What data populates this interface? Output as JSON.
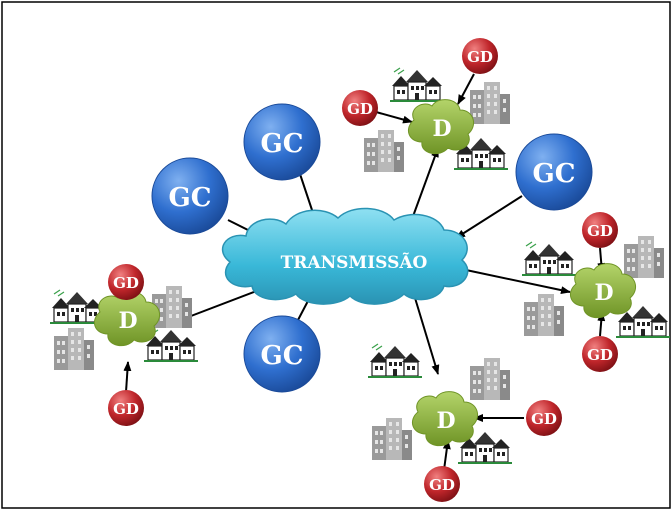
{
  "diagram": {
    "center_label": "TRANSMISSÃO",
    "central_generation_label": "GC",
    "distributed_generation_label": "GD",
    "distribution_label": "D"
  },
  "colors": {
    "gc_blue": "#2f6fcf",
    "gd_red": "#c0262b",
    "cloud_cyan": "#39b8d8",
    "distribution_green": "#8fb33b",
    "arrow": "#000000",
    "frame": "#000000"
  }
}
